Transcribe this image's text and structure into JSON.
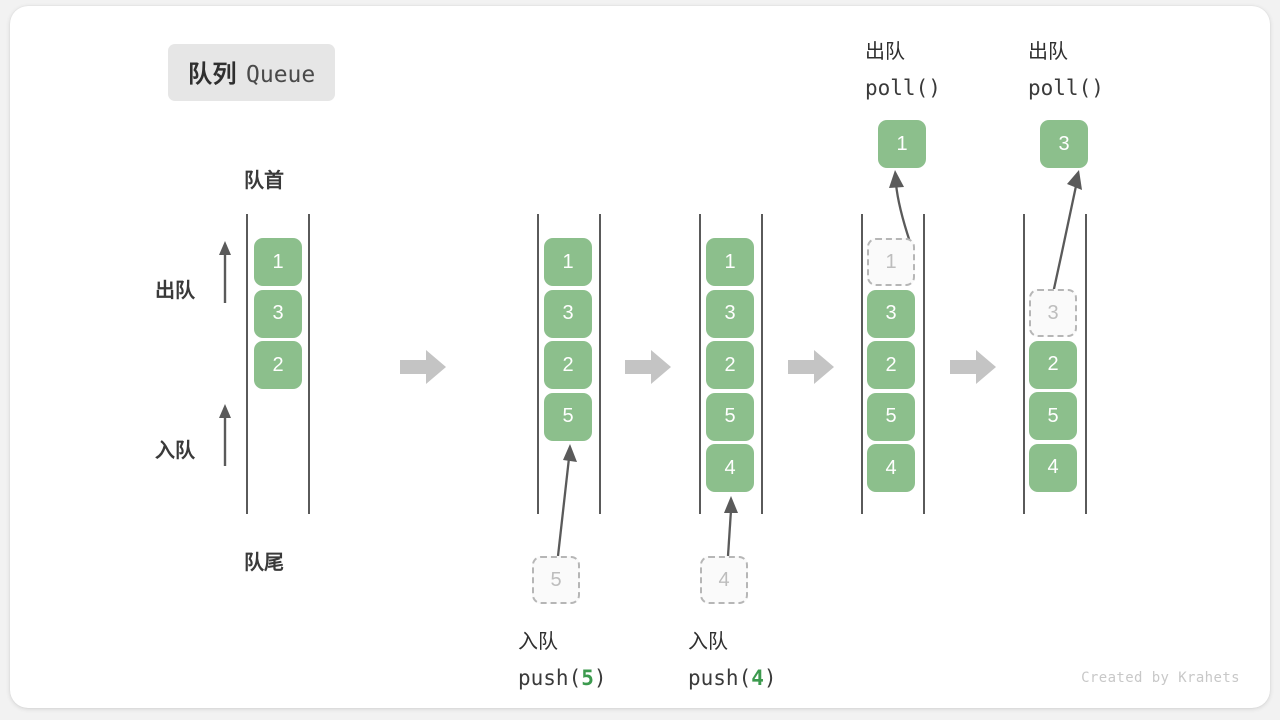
{
  "title": {
    "cn": "队列",
    "en": "Queue"
  },
  "labels": {
    "head": "队首",
    "tail": "队尾",
    "dequeue": "出队",
    "enqueue": "入队"
  },
  "credit": "Created by Krahets",
  "colors": {
    "element": "#8cbf8c",
    "ghost_border": "#b6b6b6",
    "ghost_text": "#bdbdbd",
    "accent_number": "#3c9a4e",
    "rail": "#5a5a5a",
    "flow_arrow": "#c4c4c4",
    "card": "#ffffff",
    "background": "#f2f2f2",
    "badge": "#e6e6e6"
  },
  "panels": [
    {
      "name": "initial",
      "items": [
        "1",
        "3",
        "2"
      ],
      "ghost_index": -1
    },
    {
      "name": "after-push-5",
      "items": [
        "1",
        "3",
        "2",
        "5"
      ],
      "ghost_index": -1
    },
    {
      "name": "after-push-4",
      "items": [
        "1",
        "3",
        "2",
        "5",
        "4"
      ],
      "ghost_index": -1
    },
    {
      "name": "after-poll-1",
      "items": [
        "1",
        "3",
        "2",
        "5",
        "4"
      ],
      "ghost_index": 0
    },
    {
      "name": "after-poll-3",
      "items": [
        "3",
        "2",
        "5",
        "4"
      ],
      "ghost_index": 0
    }
  ],
  "operations": {
    "push5": {
      "cn": "入队",
      "fn_prefix": "push(",
      "value": "5",
      "fn_suffix": ")",
      "ghost_value": "5"
    },
    "push4": {
      "cn": "入队",
      "fn_prefix": "push(",
      "value": "4",
      "fn_suffix": ")",
      "ghost_value": "4"
    },
    "poll1": {
      "cn": "出队",
      "fn": "poll()",
      "value": "1"
    },
    "poll3": {
      "cn": "出队",
      "fn": "poll()",
      "value": "3"
    }
  }
}
